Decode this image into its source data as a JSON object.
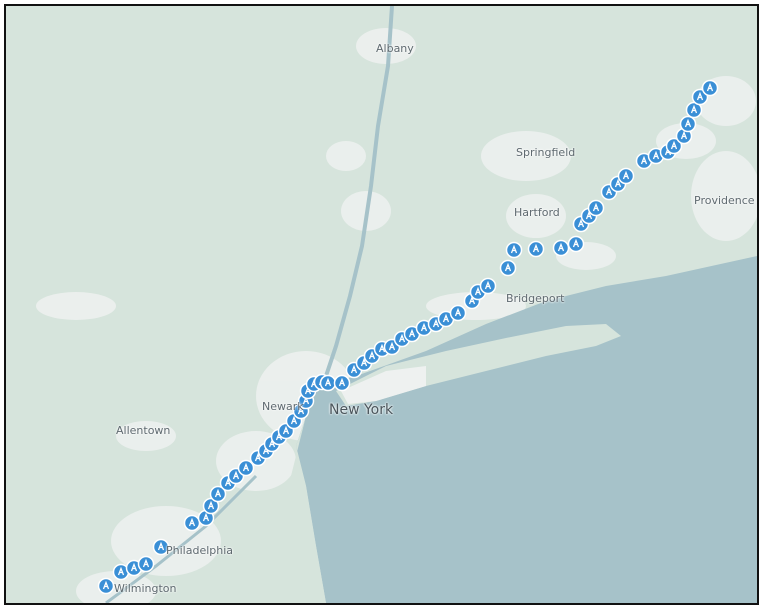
{
  "map": {
    "colors": {
      "land": "#d6e4dc",
      "urban": "#eef1f0",
      "water": "#a6c2c9",
      "marker": "#3a8fd6",
      "marker_stroke": "#ffffff"
    },
    "marker_icon": "station-pin-icon",
    "labels": {
      "albany": "Albany",
      "springfield": "Springfield",
      "hartford": "Hartford",
      "providence": "Providence",
      "newark": "Newark",
      "new_york": "New York",
      "allentown": "Allentown",
      "philadelphia": "Philadelphia",
      "wilmington": "Wilmington",
      "bridgeport": "Bridgeport"
    }
  }
}
